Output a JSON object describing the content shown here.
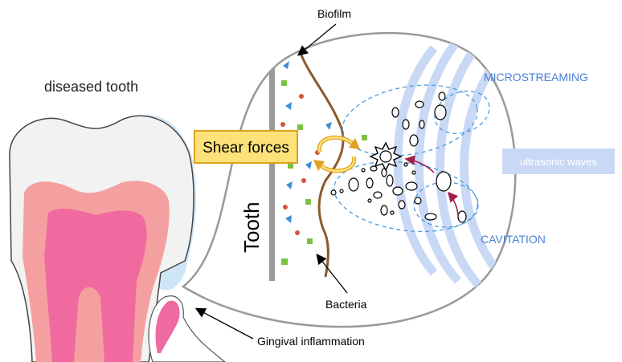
{
  "labels": {
    "diseased_tooth": "diseased tooth",
    "biofilm": "Biofilm",
    "microstreaming": "MICROSTREAMING",
    "shear_forces": "Shear forces",
    "ultrasonic_waves": "ultrasonic waves",
    "tooth": "Tooth",
    "cavitation": "CAVITATION",
    "bacteria": "Bacteria",
    "gingival_inflammation": "Gingival inflammation"
  },
  "colors": {
    "enamel": "#f2f2f2",
    "dentin": "#f5a0a0",
    "pulp": "#f06aa0",
    "plaque_halo": "#cfe6f7",
    "biofilm_line": "#8b5a2b",
    "tooth_wall": "#9a9a9a",
    "wave": "#c9d9f5",
    "label_blue": "#4a7fd6",
    "shear_box": "#fde27a",
    "shear_border": "#e0a020",
    "bacteria_green": "#7cc242",
    "bacteria_blue": "#3b8fd9",
    "bacteria_red": "#d2553a",
    "arrow_red": "#a0204a",
    "gum_pink": "#ec5a97"
  },
  "icons": {
    "bubble_burst": "starburst-icon",
    "shear_rotation": "rotation-arrows-icon"
  }
}
